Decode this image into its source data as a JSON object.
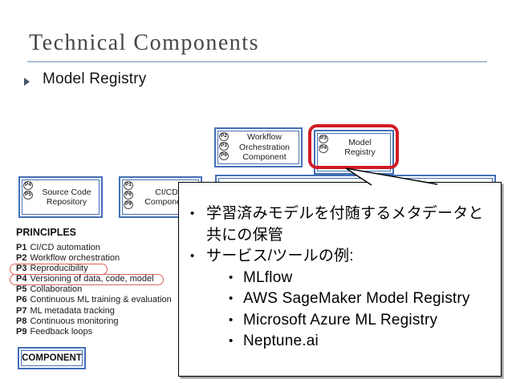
{
  "slide": {
    "title": "Technical Components",
    "subtitle_bullet": "Model Registry"
  },
  "diagram": {
    "boxes": [
      {
        "label": "Workflow\nOrchestration\nComponent",
        "badges": [
          "P2",
          "P3",
          "P6"
        ]
      },
      {
        "label": "Model\nRegistry",
        "badges": [
          "P3",
          "P4"
        ],
        "highlighted": true
      },
      {
        "label": "Source Code\nRepository",
        "badges": [
          "P4",
          "P5"
        ]
      },
      {
        "label": "CI/CD\nComponent",
        "badges": [
          "P1",
          "P6",
          "P9"
        ]
      }
    ],
    "principles": {
      "heading": "PRINCIPLES",
      "items": [
        {
          "id": "P1",
          "text": "CI/CD automation",
          "circled": false
        },
        {
          "id": "P2",
          "text": "Workflow orchestration",
          "circled": false
        },
        {
          "id": "P3",
          "text": "Reproducibility",
          "circled": true
        },
        {
          "id": "P4",
          "text": "Versioning of data, code, model",
          "circled": true
        },
        {
          "id": "P5",
          "text": "Collaboration",
          "circled": false
        },
        {
          "id": "P6",
          "text": "Continuous ML training & evaluation",
          "circled": false
        },
        {
          "id": "P7",
          "text": "ML metadata tracking",
          "circled": false
        },
        {
          "id": "P8",
          "text": "Continuous monitoring",
          "circled": false
        },
        {
          "id": "P9",
          "text": "Feedback loops",
          "circled": false
        }
      ]
    },
    "legend_label": "COMPONENT"
  },
  "callout": {
    "bullet_char": "•",
    "line1": "学習済みモデルを付随するメタデータと共にの保管",
    "line2": "サービス/ツールの例:",
    "tools": [
      "MLflow",
      "AWS SageMaker Model Registry",
      "Microsoft Azure ML Registry",
      "Neptune.ai"
    ]
  },
  "colors": {
    "box_border_blue": "#4470b6",
    "highlight_red": "#d11a24",
    "principle_oval_red": "#e0635a",
    "title_underline_blue": "#a9c0d6",
    "title_gray": "#464646",
    "bullet_marker_navy": "#44546a"
  }
}
